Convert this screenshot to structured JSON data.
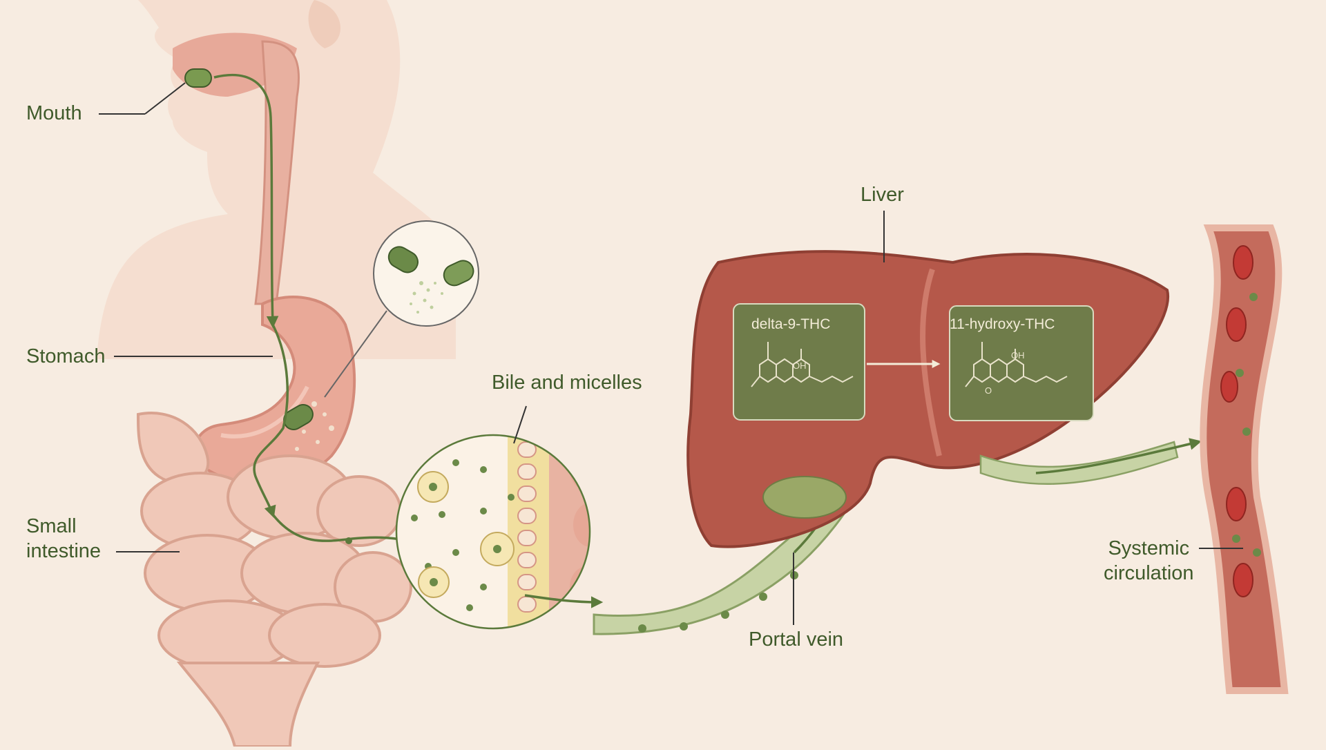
{
  "labels": {
    "mouth": "Mouth",
    "stomach": "Stomach",
    "small_intestine": "Small\nintestine",
    "bile": "Bile and micelles",
    "liver": "Liver",
    "portal_vein": "Portal vein",
    "systemic": "Systemic\ncirculation"
  },
  "molecules": {
    "parent": {
      "name": "delta-9-THC",
      "oh": "OH"
    },
    "metabolite": {
      "name": "11-hydroxy-THC",
      "oh": "OH",
      "o": "O"
    }
  },
  "colors": {
    "background": "#f7ece1",
    "accent_green": "#5b7a3b",
    "label_green": "#3f5a2a",
    "liver": "#b5584a",
    "box_fill": "#6f7c4a",
    "tissue_pink": "#ecc0b0"
  }
}
